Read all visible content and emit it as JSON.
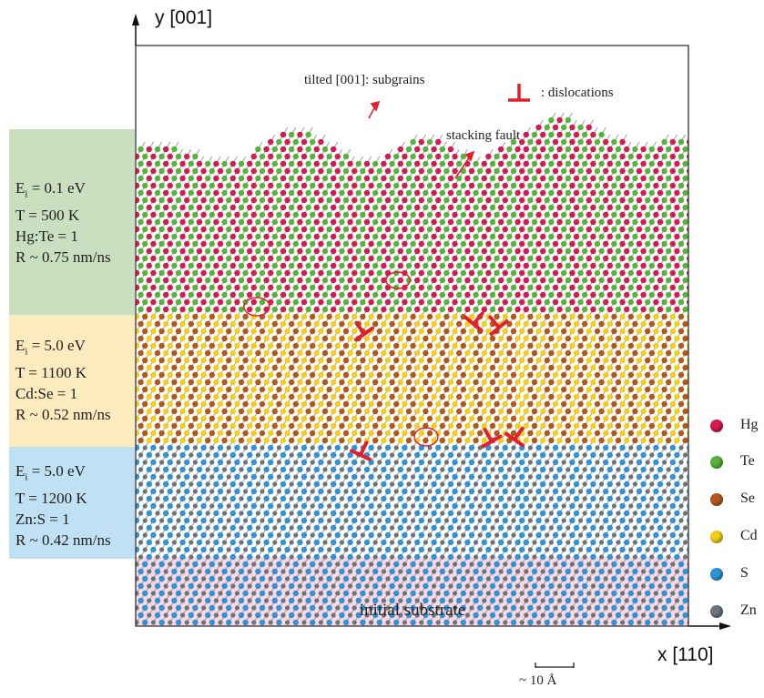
{
  "axes": {
    "y_label": "y [001]",
    "x_label": "x [110]"
  },
  "layers": [
    {
      "id": "hgte",
      "line1_main": "E",
      "line1_sub": "i",
      "line1_rest": " = 0.1 eV",
      "temperature": "T = 500 K",
      "ratio": "Hg:Te = 1",
      "rate": "R ~ 0.75 nm/ns",
      "color": "#c9dfc0"
    },
    {
      "id": "cdse",
      "line1_main": "E",
      "line1_sub": "i",
      "line1_rest": " = 5.0 eV",
      "temperature": "T = 1100 K",
      "ratio": "Cd:Se = 1",
      "rate": "R ~ 0.52 nm/ns",
      "color": "#fcebbf"
    },
    {
      "id": "zns",
      "line1_main": "E",
      "line1_sub": "i",
      "line1_rest": " = 5.0 eV",
      "temperature": "T = 1200 K",
      "ratio": "Zn:S = 1",
      "rate": "R ~ 0.42 nm/ns",
      "color": "#bfe1f3"
    }
  ],
  "annotations": {
    "subgrains": "tilted [001]: subgrains",
    "dislocations": ": dislocations",
    "stacking_fault": "stacking fault",
    "substrate": "initial substrate",
    "scale": "~ 10 Å"
  },
  "legend": [
    {
      "label": "Hg",
      "color": "#d8194f"
    },
    {
      "label": "Te",
      "color": "#55b43a"
    },
    {
      "label": "Se",
      "color": "#b3581c"
    },
    {
      "label": "Cd",
      "color": "#f1cf1a"
    },
    {
      "label": "S",
      "color": "#2f93d6"
    },
    {
      "label": "Zn",
      "color": "#6e7379"
    }
  ]
}
